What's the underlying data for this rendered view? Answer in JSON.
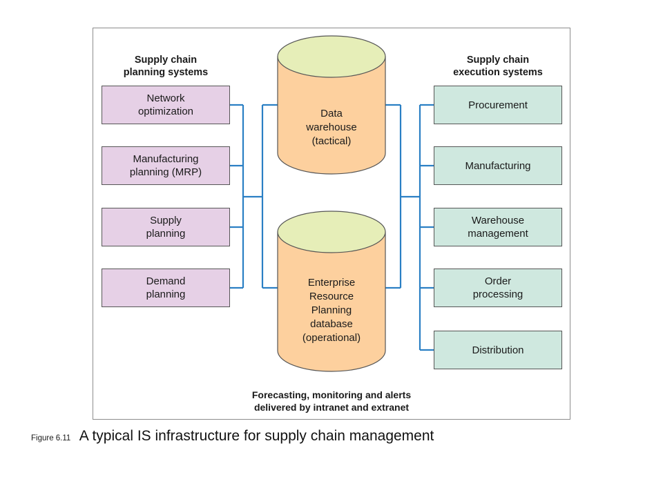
{
  "diagram": {
    "left_heading": "Supply chain\nplanning systems",
    "right_heading": "Supply chain\nexecution systems",
    "planning_systems": [
      {
        "label": "Network\noptimization"
      },
      {
        "label": "Manufacturing\nplanning (MRP)"
      },
      {
        "label": "Supply\nplanning"
      },
      {
        "label": "Demand\nplanning"
      }
    ],
    "execution_systems": [
      {
        "label": "Procurement"
      },
      {
        "label": "Manufacturing"
      },
      {
        "label": "Warehouse\nmanagement"
      },
      {
        "label": "Order\nprocessing"
      },
      {
        "label": "Distribution"
      }
    ],
    "databases": {
      "data_warehouse": "Data\nwarehouse\n(tactical)",
      "erp": "Enterprise\nResource\nPlanning\ndatabase\n(operational)"
    },
    "bottom_note": "Forecasting, monitoring and alerts\ndelivered by intranet and extranet",
    "colors": {
      "planning_box": "#e6d0e6",
      "execution_box": "#cfe8df",
      "cylinder_body": "#fdd09e",
      "cylinder_top": "#e6eeb8",
      "connector": "#2a7fc4"
    }
  },
  "caption": {
    "prefix": "Figure 6.11",
    "text": "A typical IS infrastructure for supply chain management"
  }
}
